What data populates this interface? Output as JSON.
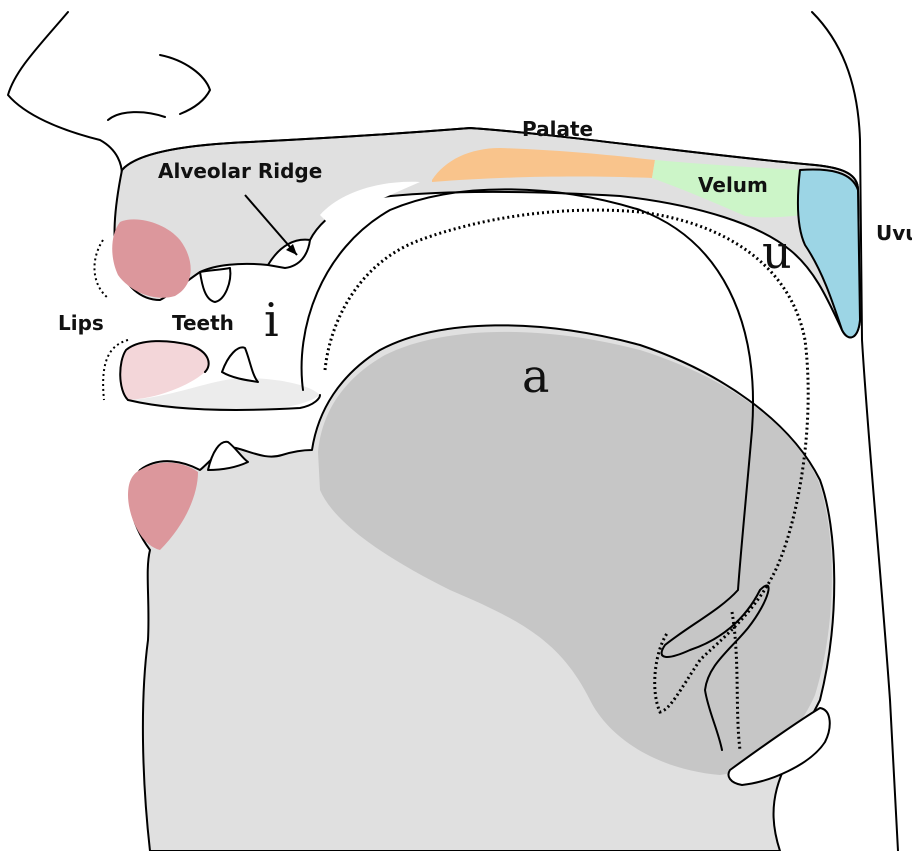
{
  "labels": {
    "palate": "Palate",
    "velum": "Velum",
    "uvula": "Uvu",
    "alveolar_ridge": "Alveolar Ridge",
    "lips": "Lips",
    "teeth": "Teeth"
  },
  "vowels": {
    "i": "i",
    "u": "u",
    "a": "a"
  },
  "colors": {
    "skin": "#e0e0e0",
    "tongue_a": "#c6c6c6",
    "palate": "#f9c48c",
    "velum": "#ccf5c8",
    "uvula": "#9cd5e5",
    "lips_upper": "#dc979c",
    "lips_lower": "#f3d6d9",
    "chin_lip": "#dc979c",
    "line": "#000000"
  },
  "legend": {
    "tongue_i": "solid line tongue contour",
    "tongue_u": "dotted line tongue contour",
    "tongue_a": "shaded tongue region"
  }
}
